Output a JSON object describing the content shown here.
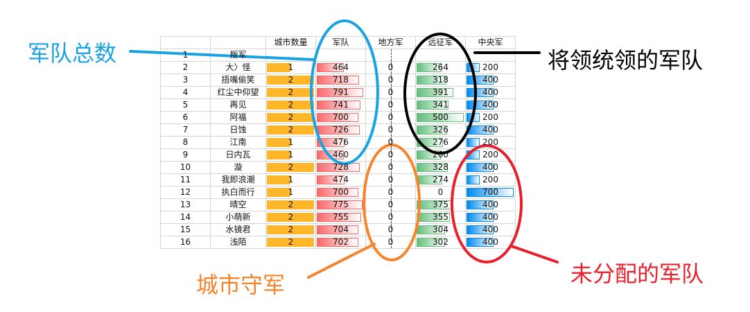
{
  "headers": [
    "",
    "",
    "城市数量",
    "军队",
    "地方军",
    "远征军",
    "中央军"
  ],
  "rows": [
    {
      "idx": "1",
      "name": "叛军",
      "cities": "",
      "army": "",
      "local": "",
      "exp": "",
      "central": ""
    },
    {
      "idx": "2",
      "name": "大〉怪",
      "cities": "1",
      "army": "464",
      "local": "0",
      "exp": "264",
      "central": "200"
    },
    {
      "idx": "3",
      "name": "捂嘴偷笑",
      "cities": "2",
      "army": "718",
      "local": "0",
      "exp": "318",
      "central": "400"
    },
    {
      "idx": "4",
      "name": "红尘中仰望",
      "cities": "2",
      "army": "791",
      "local": "0",
      "exp": "391",
      "central": "400"
    },
    {
      "idx": "5",
      "name": "再见",
      "cities": "2",
      "army": "741",
      "local": "0",
      "exp": "341",
      "central": "400"
    },
    {
      "idx": "6",
      "name": "阿福",
      "cities": "2",
      "army": "700",
      "local": "0",
      "exp": "500",
      "central": "200"
    },
    {
      "idx": "7",
      "name": "日蚀",
      "cities": "2",
      "army": "726",
      "local": "0",
      "exp": "326",
      "central": "400"
    },
    {
      "idx": "8",
      "name": "江南",
      "cities": "1",
      "army": "476",
      "local": "0",
      "exp": "276",
      "central": "200"
    },
    {
      "idx": "9",
      "name": "日内瓦",
      "cities": "1",
      "army": "460",
      "local": "0",
      "exp": "260",
      "central": "200"
    },
    {
      "idx": "10",
      "name": "漩",
      "cities": "2",
      "army": "728",
      "local": "0",
      "exp": "328",
      "central": "400"
    },
    {
      "idx": "11",
      "name": "我即浪潮",
      "cities": "1",
      "army": "474",
      "local": "0",
      "exp": "274",
      "central": "200"
    },
    {
      "idx": "12",
      "name": "执白而行",
      "cities": "1",
      "army": "700",
      "local": "0",
      "exp": "0",
      "central": "700"
    },
    {
      "idx": "13",
      "name": "晴空",
      "cities": "2",
      "army": "775",
      "local": "0",
      "exp": "375",
      "central": "400"
    },
    {
      "idx": "14",
      "name": "小萌新",
      "cities": "2",
      "army": "755",
      "local": "0",
      "exp": "355",
      "central": "400"
    },
    {
      "idx": "15",
      "name": "水镜君",
      "cities": "2",
      "army": "704",
      "local": "0",
      "exp": "304",
      "central": "400"
    },
    {
      "idx": "16",
      "name": "浅陌",
      "cities": "2",
      "army": "702",
      "local": "0",
      "exp": "302",
      "central": "400"
    }
  ],
  "bar_max": {
    "cities": 2,
    "army": 800,
    "exp": 500,
    "central": 700
  },
  "annotations": {
    "army_total": "军队总数",
    "generals_army": "将领统领的军队",
    "city_garrison": "城市守军",
    "unassigned_army": "未分配的军队"
  },
  "colors": {
    "blue_note": "#1aa3e3",
    "black_note": "#000000",
    "orange_note": "#f5842a",
    "red_note": "#e8202c"
  }
}
